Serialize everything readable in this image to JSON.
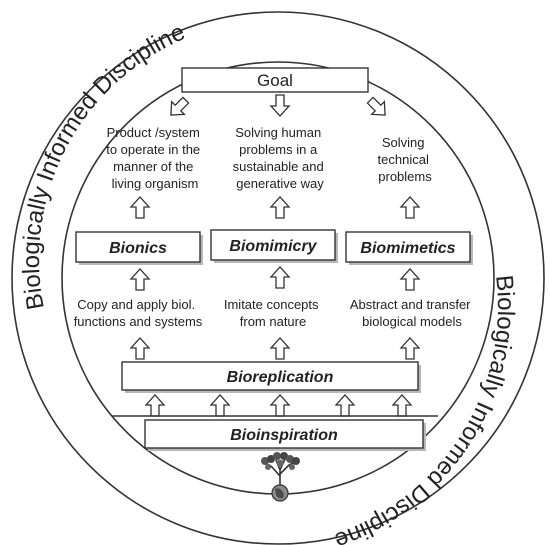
{
  "ring": {
    "top_text": "Biologically Informed Discipline",
    "bottom_text": "Biologically Informed Discipline"
  },
  "goal": {
    "label": "Goal"
  },
  "outcomes": {
    "left": [
      "Product /system",
      "to operate in the",
      "manner of the",
      "living organism"
    ],
    "center": [
      "Solving human",
      "problems in a",
      "sustainable and",
      "generative way"
    ],
    "right": [
      "Solving",
      "technical",
      "problems"
    ]
  },
  "disciplines": {
    "left": "Bionics",
    "center": "Biomimicry",
    "right": "Biomimetics"
  },
  "methods": {
    "left": [
      "Copy and apply biol.",
      "functions and systems"
    ],
    "center": [
      "Imitate concepts",
      "from nature"
    ],
    "right": [
      "Abstract and transfer",
      "biological models"
    ]
  },
  "bioreplication": {
    "label": "Bioreplication"
  },
  "bioinspiration": {
    "label": "Bioinspiration"
  },
  "icons": {
    "tree": "tree-globe-icon"
  },
  "colors": {
    "stroke": "#333333",
    "shadow": "#b8b8b8",
    "background": "#ffffff"
  }
}
